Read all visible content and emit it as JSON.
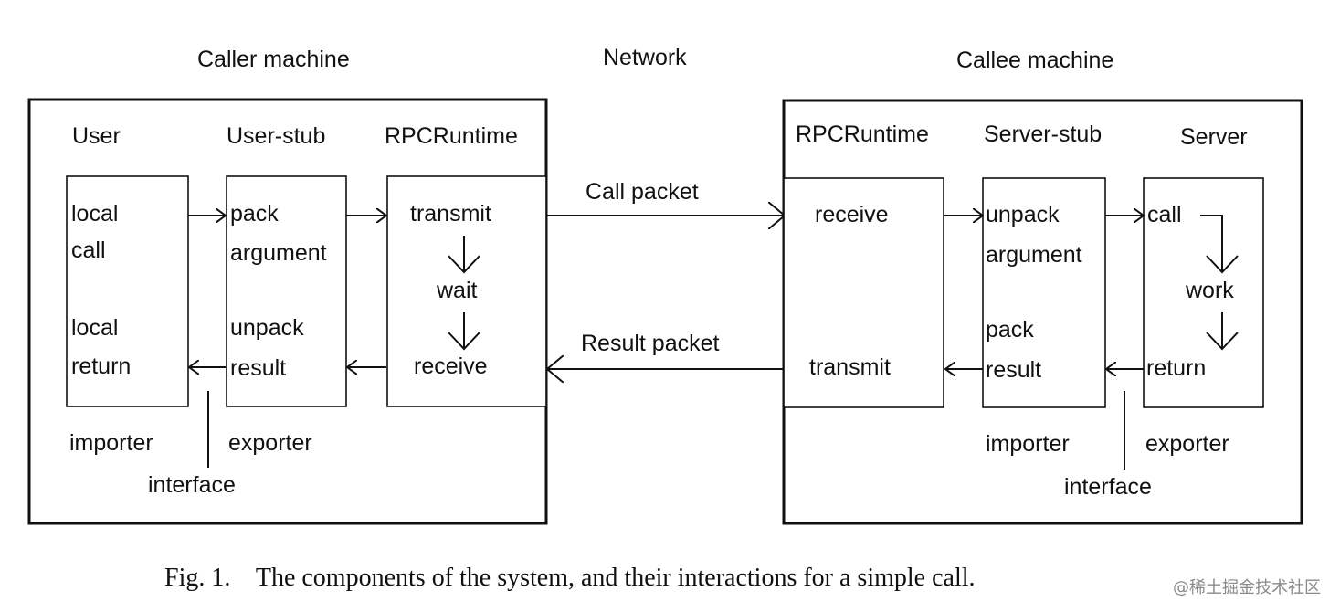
{
  "headings": {
    "caller": "Caller machine",
    "network": "Network",
    "callee": "Callee machine"
  },
  "caller": {
    "col_user": "User",
    "col_user_stub": "User-stub",
    "col_runtime": "RPCRuntime",
    "user_box": {
      "l1": "local",
      "l2": "call",
      "l3": "local",
      "l4": "return"
    },
    "stub_box": {
      "l1": "pack",
      "l2": "argument",
      "l3": "unpack",
      "l4": "result"
    },
    "runtime_box": {
      "l1": "transmit",
      "l2": "wait",
      "l3": "receive"
    },
    "importer": "importer",
    "exporter": "exporter",
    "interface": "interface"
  },
  "network": {
    "call_packet": "Call packet",
    "result_packet": "Result packet"
  },
  "callee": {
    "col_runtime": "RPCRuntime",
    "col_server_stub": "Server-stub",
    "col_server": "Server",
    "runtime_box": {
      "l1": "receive",
      "l2": "transmit"
    },
    "stub_box": {
      "l1": "unpack",
      "l2": "argument",
      "l3": "pack",
      "l4": "result"
    },
    "server_box": {
      "l1": "call",
      "l2": "work",
      "l3": "return"
    },
    "importer": "importer",
    "exporter": "exporter",
    "interface": "interface"
  },
  "caption": "Fig. 1.    The components of the system, and their interactions for a simple call.",
  "watermark": "@稀土掘金技术社区"
}
